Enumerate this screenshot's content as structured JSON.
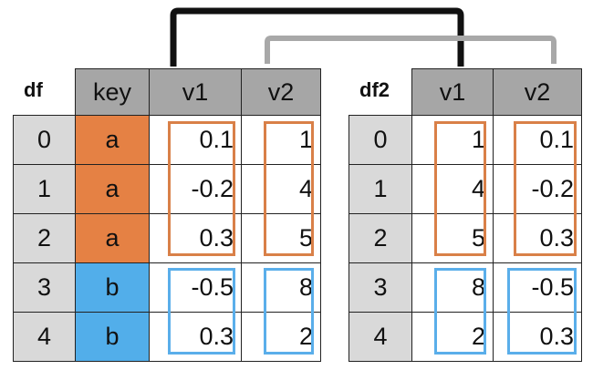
{
  "df": {
    "title": "df",
    "headers": [
      "key",
      "v1",
      "v2"
    ],
    "rows": [
      {
        "index": "0",
        "key": "a",
        "v1": "0.1",
        "v2": "1"
      },
      {
        "index": "1",
        "key": "a",
        "v1": "-0.2",
        "v2": "4"
      },
      {
        "index": "2",
        "key": "a",
        "v1": "0.3",
        "v2": "5"
      },
      {
        "index": "3",
        "key": "b",
        "v1": "-0.5",
        "v2": "8"
      },
      {
        "index": "4",
        "key": "b",
        "v1": "0.3",
        "v2": "2"
      }
    ]
  },
  "df2": {
    "title": "df2",
    "headers": [
      "v1",
      "v2"
    ],
    "rows": [
      {
        "index": "0",
        "v1": "1",
        "v2": "0.1"
      },
      {
        "index": "1",
        "v1": "4",
        "v2": "-0.2"
      },
      {
        "index": "2",
        "v1": "5",
        "v2": "0.3"
      },
      {
        "index": "3",
        "v1": "8",
        "v2": "-0.5"
      },
      {
        "index": "4",
        "v1": "2",
        "v2": "0.3"
      }
    ]
  },
  "colors": {
    "group_a": "#e58144",
    "group_b": "#52aeea",
    "header": "#a6a6a6",
    "index": "#d9d9d9",
    "connector_v1": "#111111",
    "connector_v2": "#a8a8a8",
    "box_a": "#d98048",
    "box_b": "#5aaeea"
  }
}
